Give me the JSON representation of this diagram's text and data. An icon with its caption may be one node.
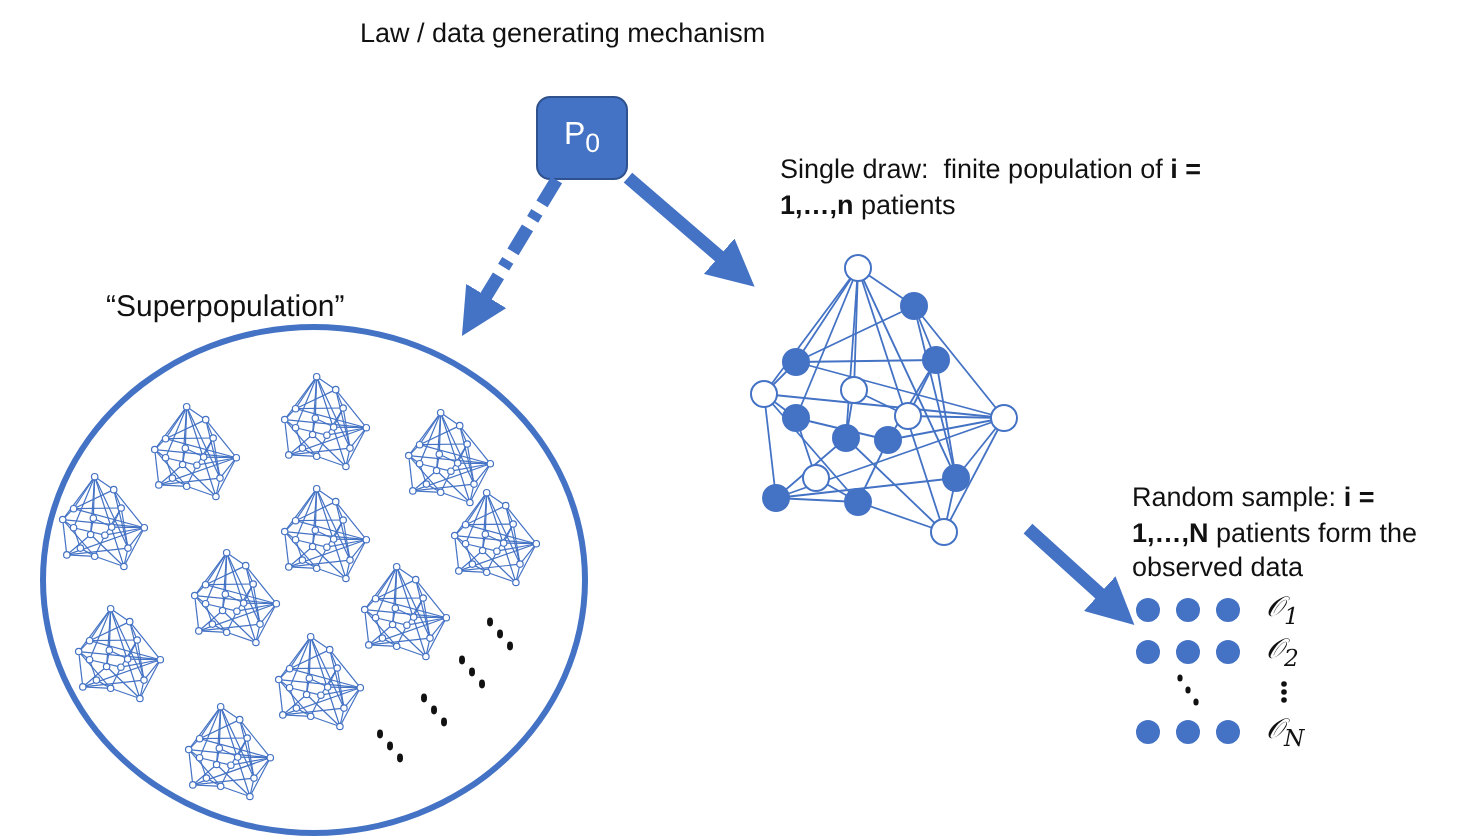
{
  "diagram": {
    "nodes": [
      {
        "text": [
          "P$_{0}$"
        ],
        "beside": [
          "Law / data generating mechanism"
        ]
      },
      {
        "text": [
          "“Superpopulation”"
        ]
      },
      {
        "text": [],
        "shape": "picture",
        "beside": [
          "Single draw:  finite population of **i = 1,…,n** patients"
        ]
      },
      {
        "text": [],
        "shape": "picture",
        "beside": [
          "Random sample: **i = 1,…,N** patients form the observed data"
        ]
      }
    ],
    "edges": [
      {
        "from": 0,
        "to": 1,
        "arrow": "to",
        "style": "dashed"
      },
      {
        "from": 0,
        "to": 2,
        "arrow": "to"
      },
      {
        "from": 2,
        "to": 3,
        "arrow": "to"
      }
    ],
    "labels": [
      "𝒪$_{1}$",
      "𝒪$_{2}$",
      "𝒪$_{N}$"
    ]
  }
}
